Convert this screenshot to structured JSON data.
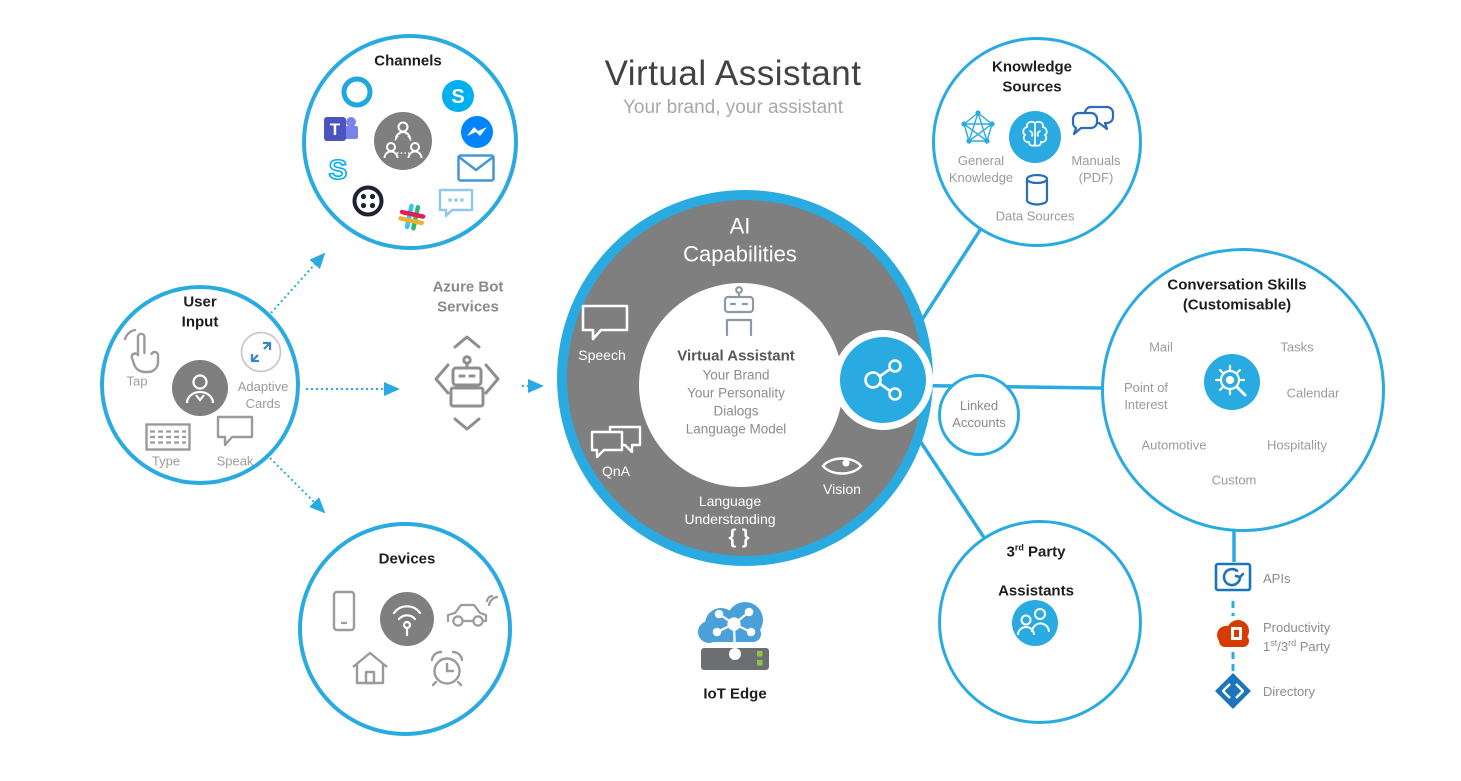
{
  "colors": {
    "accent": "#29abe2",
    "hub_gray": "#7f7f7f",
    "text_dark": "#1d1d1d",
    "text_gray": "#9b9b9b",
    "office_orange": "#d83b01",
    "azure_blue": "#1b75bb"
  },
  "title": {
    "main": "Virtual Assistant",
    "subtitle": "Your brand, your assistant"
  },
  "channels": {
    "label": "Channels",
    "icons": [
      "cortana",
      "skype",
      "microsoft-teams",
      "messenger",
      "bot-channels-hub",
      "skype-business",
      "email",
      "twilio",
      "slack",
      "sms"
    ]
  },
  "user_input": {
    "label": "User\nInput",
    "tap": "Tap",
    "adaptive_cards": "Adaptive Cards",
    "type": "Type",
    "speak": "Speak",
    "icons": [
      "tap-hand",
      "user-hub",
      "adaptive-cards",
      "keyboard",
      "speech-bubble"
    ]
  },
  "devices": {
    "label": "Devices",
    "icons": [
      "phone",
      "smart-speaker-hub",
      "connected-car",
      "home",
      "alarm-clock"
    ]
  },
  "azure_bot": {
    "label": "Azure Bot\nServices",
    "icons": [
      "robot",
      "chevrons"
    ]
  },
  "ai_capabilities": {
    "label": "AI\nCapabilities",
    "speech": "Speech",
    "qna": "QnA",
    "language_understanding": "Language\nUnderstanding",
    "braces": "{ }",
    "vision": "Vision",
    "center": {
      "title": "Virtual Assistant",
      "line1": "Your Brand",
      "line2": "Your Personality",
      "line3": "Dialogs",
      "line4": "Language Model"
    },
    "icons": [
      "speech-bubble",
      "qna-bubbles",
      "vision-eye",
      "robot",
      "share-node"
    ]
  },
  "knowledge_sources": {
    "label": "Knowledge\nSources",
    "general_knowledge": "General Knowledge",
    "manuals": "Manuals (PDF)",
    "data_sources": "Data Sources",
    "icons": [
      "knowledge-graph",
      "brain-hub",
      "chat-manuals",
      "database"
    ]
  },
  "linked_accounts": {
    "label": "Linked\nAccounts"
  },
  "conversation_skills": {
    "label": "Conversation Skills\n(Customisable)",
    "items": [
      "Mail",
      "Tasks",
      "Point of Interest",
      "Calendar",
      "Automotive",
      "Hospitality",
      "Custom"
    ],
    "icons": [
      "gear-hub"
    ]
  },
  "third_party": {
    "num": "3",
    "ordinal": "rd",
    "rest": " Party",
    "line2": "Assistants",
    "icons": [
      "people-hub"
    ]
  },
  "iot_edge": {
    "label": "IoT Edge",
    "icons": [
      "iot-edge-cloud-server"
    ]
  },
  "integrations": {
    "apis": "APIs",
    "productivity": "Productivity",
    "productivity_sub": {
      "p1": "1",
      "s1": "st",
      "p2": "/3",
      "s2": "rd",
      "p3": " Party"
    },
    "directory": "Directory",
    "icons": [
      "api-window",
      "office-cloud",
      "azure-directory"
    ]
  }
}
